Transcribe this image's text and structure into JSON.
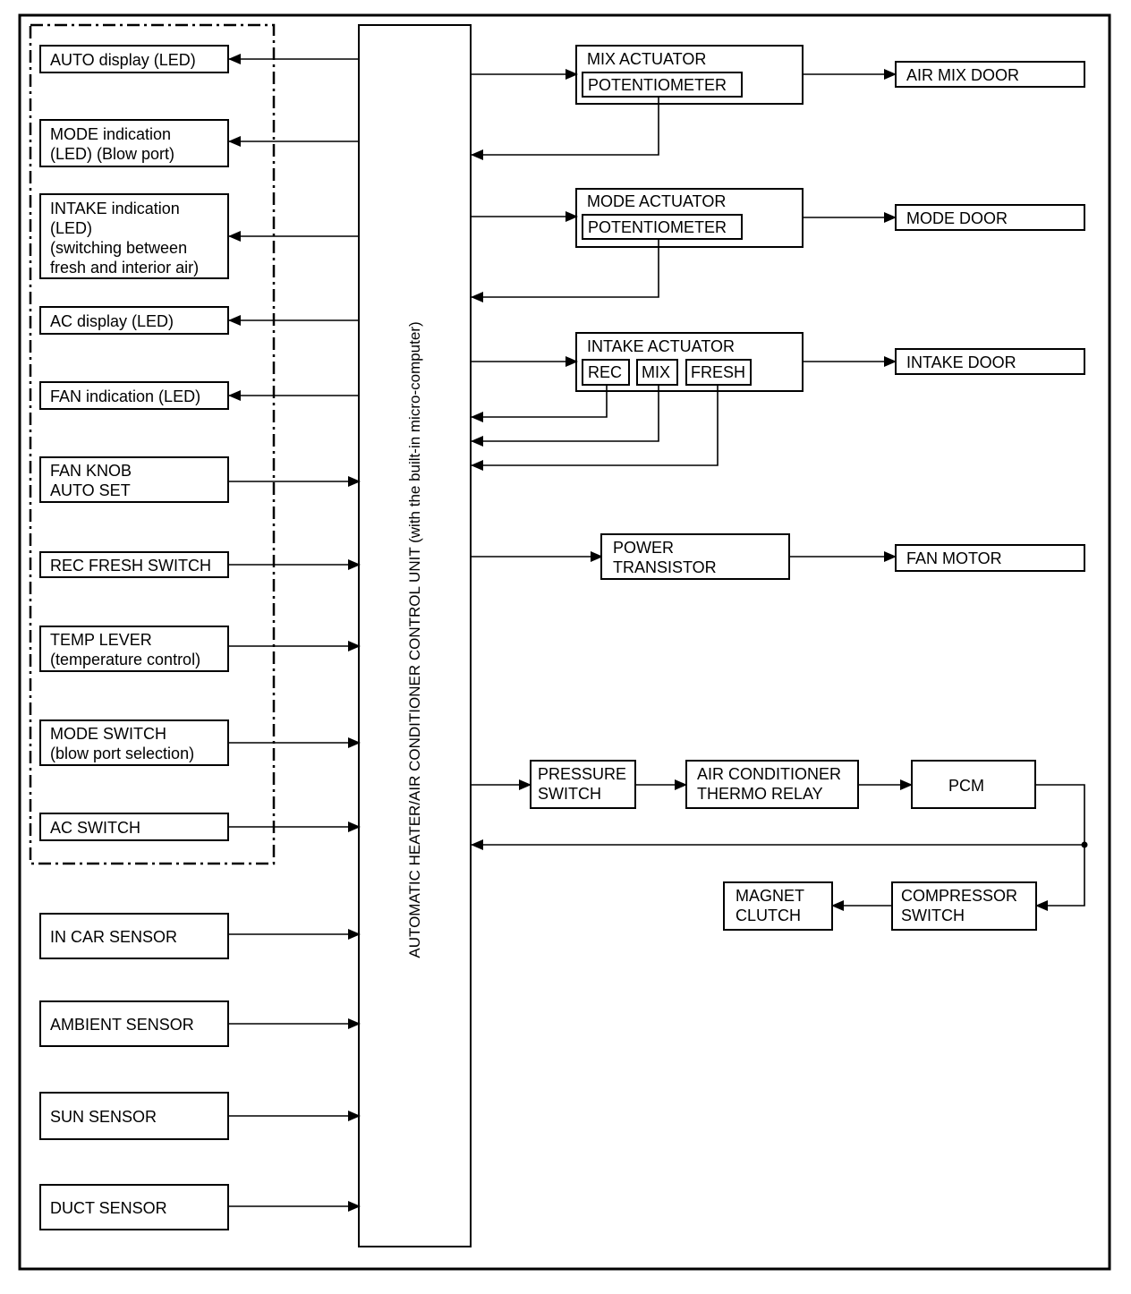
{
  "control_unit": {
    "label": "AUTOMATIC HEATER/AIR CONDITIONER CONTROL UNIT (with the built-in micro-computer)"
  },
  "panel_outputs": [
    {
      "lines": [
        "AUTO display (LED)"
      ]
    },
    {
      "lines": [
        "MODE indication",
        "(LED) (Blow port)"
      ]
    },
    {
      "lines": [
        "INTAKE indication",
        "(LED)",
        "(switching between",
        "fresh and interior air)"
      ]
    },
    {
      "lines": [
        "AC display (LED)"
      ]
    },
    {
      "lines": [
        "FAN indication (LED)"
      ]
    }
  ],
  "panel_inputs": [
    {
      "lines": [
        "FAN KNOB",
        "AUTO SET"
      ]
    },
    {
      "lines": [
        "REC FRESH SWITCH"
      ]
    },
    {
      "lines": [
        "TEMP LEVER",
        "(temperature control)"
      ]
    },
    {
      "lines": [
        "MODE SWITCH",
        "(blow port selection)"
      ]
    },
    {
      "lines": [
        "AC SWITCH"
      ]
    }
  ],
  "sensors": [
    {
      "lines": [
        "IN CAR SENSOR"
      ]
    },
    {
      "lines": [
        "AMBIENT SENSOR"
      ]
    },
    {
      "lines": [
        "SUN SENSOR"
      ]
    },
    {
      "lines": [
        "DUCT SENSOR"
      ]
    }
  ],
  "actuators": {
    "mix": {
      "title": "MIX ACTUATOR",
      "sub": "POTENTIOMETER",
      "target": "AIR MIX DOOR"
    },
    "mode": {
      "title": "MODE ACTUATOR",
      "sub": "POTENTIOMETER",
      "target": "MODE DOOR"
    },
    "intake": {
      "title": "INTAKE ACTUATOR",
      "subs": [
        "REC",
        "MIX",
        "FRESH"
      ],
      "target": "INTAKE DOOR"
    }
  },
  "fan": {
    "transistor": [
      "POWER",
      "TRANSISTOR"
    ],
    "motor": "FAN MOTOR"
  },
  "compressor_chain": {
    "pressure_switch": [
      "PRESSURE",
      "SWITCH"
    ],
    "thermo_relay": [
      "AIR CONDITIONER",
      "THERMO RELAY"
    ],
    "pcm": "PCM",
    "compressor_switch": [
      "COMPRESSOR",
      "SWITCH"
    ],
    "magnet_clutch": [
      "MAGNET",
      "CLUTCH"
    ]
  }
}
